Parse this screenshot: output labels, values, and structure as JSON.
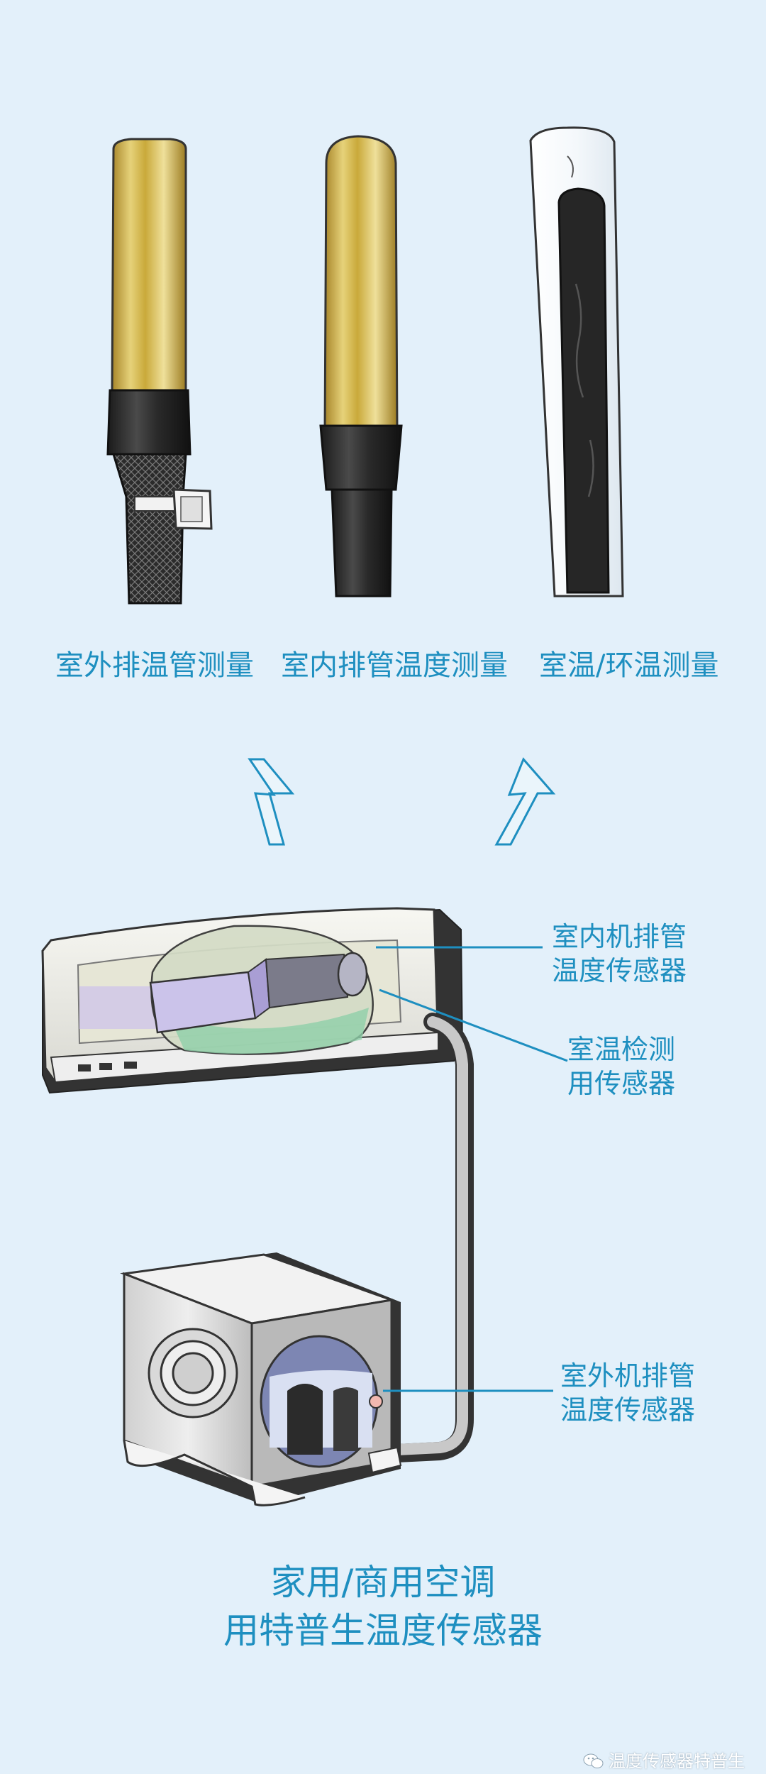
{
  "probes": [
    {
      "label": "室外排温管测量"
    },
    {
      "label": "室内排管温度测量"
    },
    {
      "label": "室温/环温测量"
    }
  ],
  "sensors": [
    {
      "line1": "室内机排管",
      "line2": "温度传感器"
    },
    {
      "line1": "室温检测",
      "line2": "用传感器"
    },
    {
      "line1": "室外机排管",
      "line2": "温度传感器"
    }
  ],
  "title": {
    "line1": "家用/商用空调",
    "line2": "用特普生温度传感器"
  },
  "watermark": {
    "text": "温度传感器特普生",
    "icon": "wechat-icon"
  },
  "colors": {
    "background": "#e3f0fa",
    "accent": "#1e8fc0",
    "brass": "#c9a93a",
    "dark_sleeve": "#2a2a2a"
  }
}
